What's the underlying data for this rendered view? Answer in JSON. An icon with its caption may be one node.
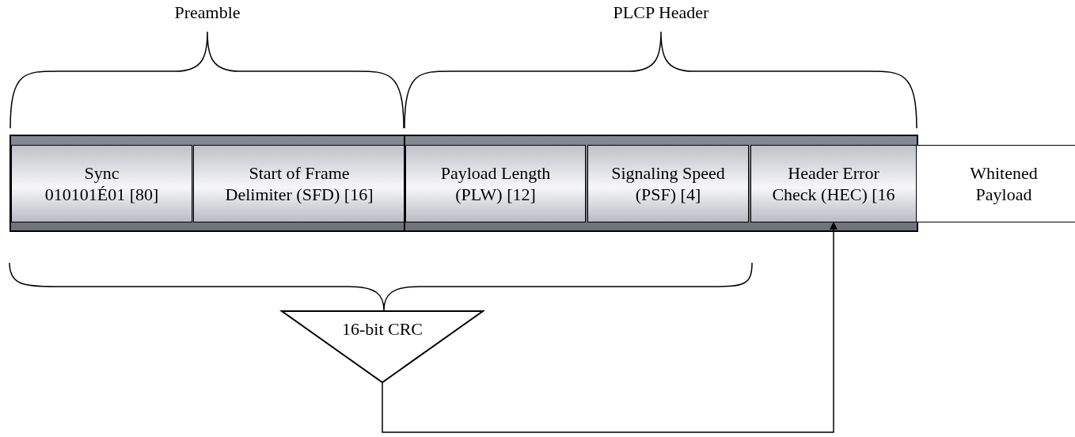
{
  "diagram": {
    "nodes": [
      {
        "text": [
          "Preamble"
        ]
      },
      {
        "text": [
          "Sync 010101É01 [80]"
        ],
        "in": 0
      },
      {
        "text": [
          "Start of Frame Delimiter (SFD) [16]"
        ],
        "in": 0
      },
      {
        "text": [
          "PLCP Header"
        ]
      },
      {
        "text": [
          "Payload Length (PLW) [12]"
        ],
        "in": 3
      },
      {
        "text": [
          "Signaling Speed (PSF) [4]"
        ],
        "in": 3
      },
      {
        "text": [
          "Header Error Check (HEC) [16"
        ],
        "in": 3
      },
      {
        "text": [
          "Whitened Payload"
        ]
      },
      {
        "text": [
          "16-bit CRC"
        ]
      }
    ],
    "edges": [
      {
        "from": 8,
        "to": 6,
        "arrow": "to"
      }
    ]
  }
}
